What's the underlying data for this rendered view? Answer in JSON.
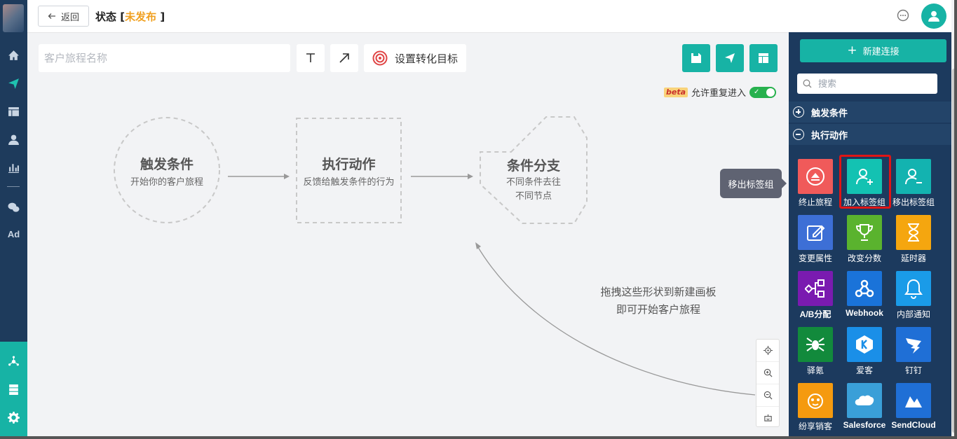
{
  "topbar": {
    "back_label": "返回",
    "title": "状态",
    "status_open": "[",
    "status": "未发布",
    "status_close": "]"
  },
  "toolbar": {
    "name_placeholder": "客户旅程名称",
    "goal_label": "设置转化目标",
    "beta_badge": "beta",
    "reentry_label": "允许重复进入",
    "reentry_enabled": true
  },
  "canvas": {
    "nodes": [
      {
        "title": "触发条件",
        "subtitle": "开始你的客户旅程"
      },
      {
        "title": "执行动作",
        "subtitle": "反馈给触发条件的行为"
      },
      {
        "title": "条件分支",
        "subtitle_line1": "不同条件去往",
        "subtitle_line2": "不同节点"
      }
    ],
    "hint_line1": "拖拽这些形状到新建画板",
    "hint_line2": "即可开始客户旅程"
  },
  "tooltip": "移出标签组",
  "panel": {
    "new_connection": "新建连接",
    "search_placeholder": "搜索",
    "sections": [
      "触发条件",
      "执行动作"
    ],
    "tiles": [
      {
        "label": "终止旅程",
        "color": "#f05a5a",
        "icon": "eject-icon"
      },
      {
        "label": "加入标签组",
        "color": "#13c2b2",
        "icon": "user-add-icon"
      },
      {
        "label": "移出标签组",
        "color": "#13b3b0",
        "icon": "user-remove-icon"
      },
      {
        "label": "变更属性",
        "color": "#3d6fd6",
        "icon": "edit-icon"
      },
      {
        "label": "改变分数",
        "color": "#5ab32e",
        "icon": "trophy-icon"
      },
      {
        "label": "延时器",
        "color": "#f5a60f",
        "icon": "hourglass-icon"
      },
      {
        "label": "A/B分配",
        "color": "#7a1bb0",
        "icon": "ab-split-icon"
      },
      {
        "label": "Webhook",
        "color": "#1a73d9",
        "icon": "webhook-icon"
      },
      {
        "label": "内部通知",
        "color": "#1a9be8",
        "icon": "bell-icon"
      },
      {
        "label": "驿氪",
        "color": "#128a3c",
        "icon": "spider-icon"
      },
      {
        "label": "爱客",
        "color": "#1a8fe8",
        "icon": "k-logo-icon"
      },
      {
        "label": "钉钉",
        "color": "#1f6fd6",
        "icon": "dingtalk-icon"
      },
      {
        "label": "纷享销客",
        "color": "#f59a0f",
        "icon": "fxiaoke-icon"
      },
      {
        "label": "Salesforce",
        "color": "#3a9fd8",
        "icon": "salesforce-icon"
      },
      {
        "label": "SendCloud",
        "color": "#1f6fd6",
        "icon": "sendcloud-icon"
      }
    ]
  }
}
